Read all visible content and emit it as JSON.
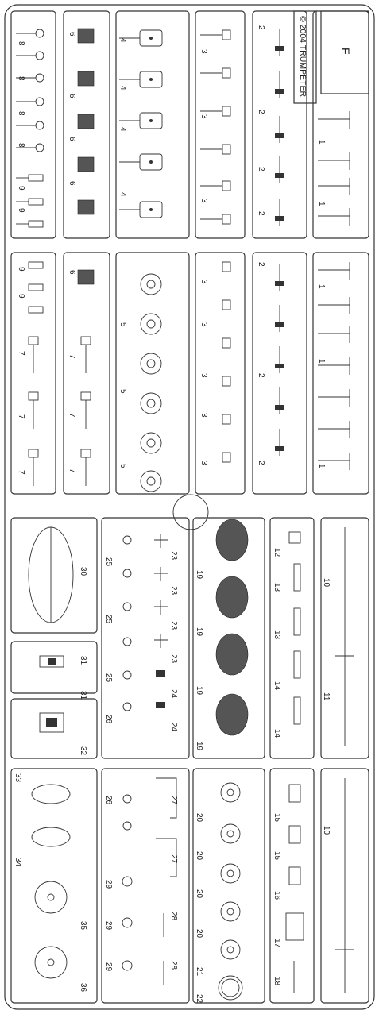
{
  "sprue": {
    "letter": "F",
    "copyright": "© 2004 TRUMPETER",
    "labels": [
      {
        "id": "a",
        "text": "8"
      },
      {
        "id": "b",
        "text": "8"
      },
      {
        "id": "c",
        "text": "8"
      },
      {
        "id": "d",
        "text": "8"
      },
      {
        "id": "e",
        "text": "9"
      },
      {
        "id": "f",
        "text": "9"
      },
      {
        "id": "g",
        "text": "6"
      },
      {
        "id": "h",
        "text": "6"
      },
      {
        "id": "i",
        "text": "6"
      },
      {
        "id": "j",
        "text": "6"
      },
      {
        "id": "k",
        "text": "4"
      },
      {
        "id": "l",
        "text": "4"
      },
      {
        "id": "m",
        "text": "4"
      },
      {
        "id": "n",
        "text": "4"
      },
      {
        "id": "o",
        "text": "3"
      },
      {
        "id": "p",
        "text": "3"
      },
      {
        "id": "q",
        "text": "3"
      },
      {
        "id": "r",
        "text": "2"
      },
      {
        "id": "s",
        "text": "2"
      },
      {
        "id": "t",
        "text": "2"
      },
      {
        "id": "u",
        "text": "2"
      },
      {
        "id": "v",
        "text": "1"
      },
      {
        "id": "w",
        "text": "1"
      },
      {
        "id": "x",
        "text": "9"
      },
      {
        "id": "y",
        "text": "9"
      },
      {
        "id": "z",
        "text": "7"
      },
      {
        "id": "aa",
        "text": "7"
      },
      {
        "id": "ab",
        "text": "7"
      },
      {
        "id": "ac",
        "text": "6"
      },
      {
        "id": "ad",
        "text": "7"
      },
      {
        "id": "ae",
        "text": "7"
      },
      {
        "id": "af",
        "text": "7"
      },
      {
        "id": "ag",
        "text": "5"
      },
      {
        "id": "ah",
        "text": "5"
      },
      {
        "id": "ai",
        "text": "5"
      },
      {
        "id": "aj",
        "text": "3"
      },
      {
        "id": "ak",
        "text": "3"
      },
      {
        "id": "al",
        "text": "3"
      },
      {
        "id": "am",
        "text": "3"
      },
      {
        "id": "an",
        "text": "3"
      },
      {
        "id": "ao",
        "text": "2"
      },
      {
        "id": "ap",
        "text": "2"
      },
      {
        "id": "aq",
        "text": "2"
      },
      {
        "id": "ar",
        "text": "1"
      },
      {
        "id": "as",
        "text": "1"
      },
      {
        "id": "at",
        "text": "1"
      },
      {
        "id": "au",
        "text": "30"
      },
      {
        "id": "av",
        "text": "31"
      },
      {
        "id": "aw",
        "text": "31"
      },
      {
        "id": "ax",
        "text": "32"
      },
      {
        "id": "ay",
        "text": "25"
      },
      {
        "id": "az",
        "text": "25"
      },
      {
        "id": "ba",
        "text": "25"
      },
      {
        "id": "bb",
        "text": "26"
      },
      {
        "id": "bc",
        "text": "23"
      },
      {
        "id": "bd",
        "text": "23"
      },
      {
        "id": "be",
        "text": "23"
      },
      {
        "id": "bf",
        "text": "23"
      },
      {
        "id": "bg",
        "text": "24"
      },
      {
        "id": "bh",
        "text": "24"
      },
      {
        "id": "bi",
        "text": "19"
      },
      {
        "id": "bj",
        "text": "19"
      },
      {
        "id": "bk",
        "text": "19"
      },
      {
        "id": "bl",
        "text": "19"
      },
      {
        "id": "bm",
        "text": "12"
      },
      {
        "id": "bn",
        "text": "13"
      },
      {
        "id": "bo",
        "text": "13"
      },
      {
        "id": "bp",
        "text": "14"
      },
      {
        "id": "bq",
        "text": "14"
      },
      {
        "id": "br",
        "text": "10"
      },
      {
        "id": "bs",
        "text": "11"
      },
      {
        "id": "bt",
        "text": "33"
      },
      {
        "id": "bu",
        "text": "34"
      },
      {
        "id": "bv",
        "text": "35"
      },
      {
        "id": "bw",
        "text": "36"
      },
      {
        "id": "bx",
        "text": "26"
      },
      {
        "id": "by",
        "text": "29"
      },
      {
        "id": "bz",
        "text": "29"
      },
      {
        "id": "ca",
        "text": "29"
      },
      {
        "id": "cb",
        "text": "27"
      },
      {
        "id": "cc",
        "text": "27"
      },
      {
        "id": "cd",
        "text": "28"
      },
      {
        "id": "ce",
        "text": "28"
      },
      {
        "id": "cf",
        "text": "20"
      },
      {
        "id": "cg",
        "text": "20"
      },
      {
        "id": "ch",
        "text": "20"
      },
      {
        "id": "ci",
        "text": "20"
      },
      {
        "id": "cj",
        "text": "21"
      },
      {
        "id": "ck",
        "text": "22"
      },
      {
        "id": "cl",
        "text": "15"
      },
      {
        "id": "cm",
        "text": "15"
      },
      {
        "id": "cn",
        "text": "16"
      },
      {
        "id": "co",
        "text": "17"
      },
      {
        "id": "cp",
        "text": "18"
      },
      {
        "id": "cq",
        "text": "10"
      }
    ]
  }
}
